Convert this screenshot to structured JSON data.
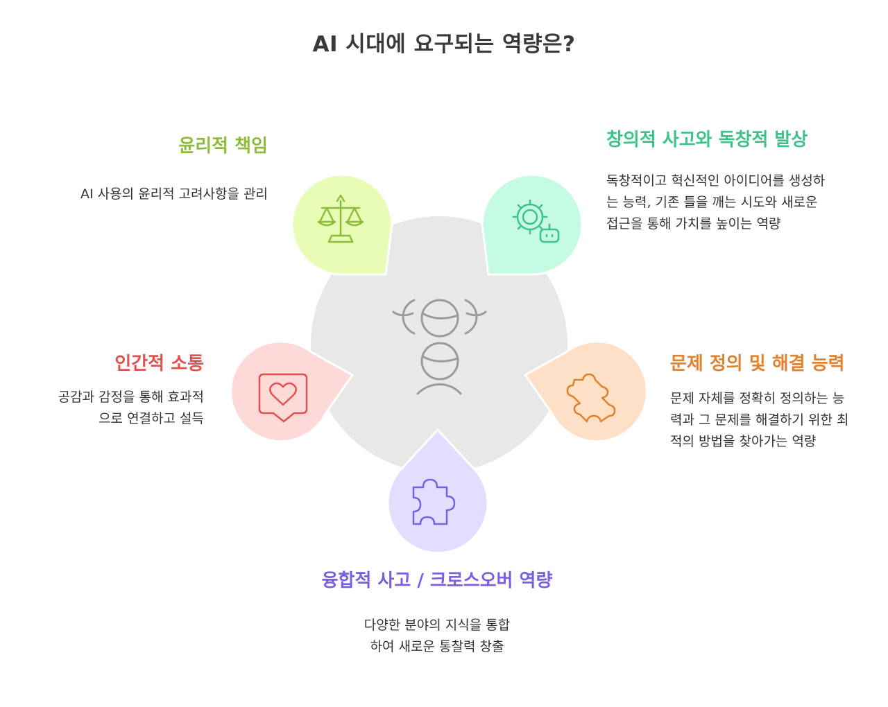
{
  "title": "AI 시대에 요구되는 역량은?",
  "colors": {
    "center_circle": "#e8e8e8",
    "center_icon": "#9a9a9a",
    "ethics": "#8dbb3b",
    "creativity": "#3cc38a",
    "communication": "#e0504f",
    "problem_solving": "#e0812e",
    "convergence": "#7a5fe0"
  },
  "items": {
    "ethics": {
      "icon": "balance-scale-icon",
      "title": "윤리적 책임",
      "desc": [
        "AI 사용의 윤리적 고려사항을 관리"
      ],
      "fill": "#e8fcb5",
      "stroke": "#8dbb3b"
    },
    "creativity": {
      "icon": "gear-robot-icon",
      "title": "창의적 사고와 독창적 발상",
      "desc": [
        "독창적이고 혁신적인 아이디어를 생성하",
        "는 능력, 기존 틀을 깨는 시도와 새로운",
        "접근을 통해 가치를 높이는 역량"
      ],
      "fill": "#c5fbe3",
      "stroke": "#3cc38a"
    },
    "communication": {
      "icon": "heart-chat-icon",
      "title": "인간적 소통",
      "desc": [
        "공감과 감정을 통해 효과적",
        "으로 연결하고 설득"
      ],
      "fill": "#fdd9d8",
      "stroke": "#e0504f"
    },
    "problem_solving": {
      "icon": "puzzle-icon",
      "title": "문제 정의 및 해결 능력",
      "desc": [
        "문제 자체를 정확히 정의하는 능",
        "력과 그 문제를 해결하기 위한 최",
        "적의 방법을 찾아가는 역량"
      ],
      "fill": "#fee0c6",
      "stroke": "#e0812e"
    },
    "convergence": {
      "icon": "puzzle-icon",
      "title": "융합적 사고 / 크로스오버 역량",
      "desc": [
        "다양한 분야의 지식을 통합",
        "하여 새로운 통찰력 창출"
      ],
      "fill": "#e3deff",
      "stroke": "#7a5fe0"
    }
  }
}
